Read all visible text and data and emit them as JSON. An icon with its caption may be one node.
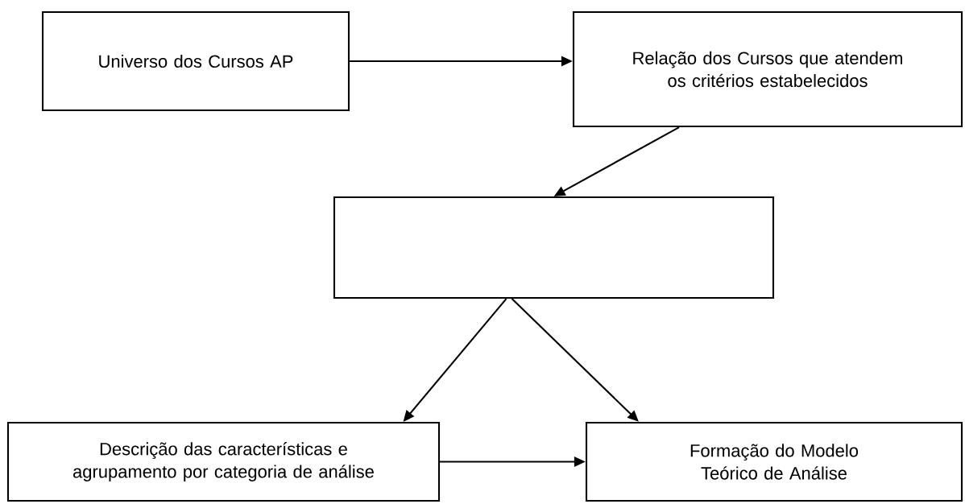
{
  "diagram": {
    "nodes": [
      {
        "text": [
          "Universo dos Cursos AP"
        ]
      },
      {
        "text": [
          "Relação dos Cursos que atendem os critérios estabelecidos"
        ]
      },
      {
        "text": [],
        "shape": "box"
      },
      {
        "text": [
          "Descrição das características e agrupamento por categoria de análise"
        ]
      },
      {
        "text": [
          "Formação do Modelo Teórico de Análise"
        ]
      }
    ],
    "edges": [
      {
        "from": 0,
        "to": 1,
        "arrow": "to"
      },
      {
        "from": 1,
        "to": 2,
        "arrow": "to"
      },
      {
        "from": 2,
        "to": 3,
        "arrow": "to"
      },
      {
        "from": 2,
        "to": 4,
        "arrow": "to"
      },
      {
        "from": 3,
        "to": 4,
        "arrow": "to"
      }
    ]
  }
}
